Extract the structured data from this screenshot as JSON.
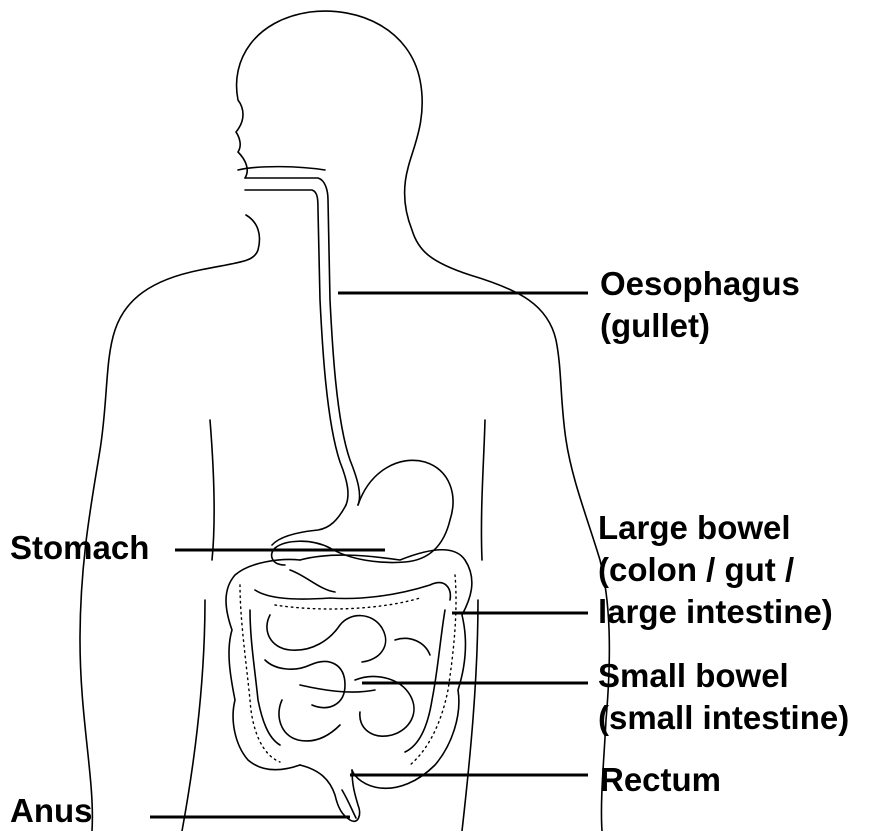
{
  "labels": {
    "oesophagus": "Oesophagus",
    "oesophagus_alt": "(gullet)",
    "large_bowel": "Large bowel",
    "large_bowel_alt1": "(colon / gut /",
    "large_bowel_alt2": "large intestine)",
    "small_bowel": "Small bowel",
    "small_bowel_alt": "(small intestine)",
    "rectum": "Rectum",
    "stomach": "Stomach",
    "anus": "Anus"
  },
  "colors": {
    "ink": "#000000",
    "background": "#ffffff"
  }
}
